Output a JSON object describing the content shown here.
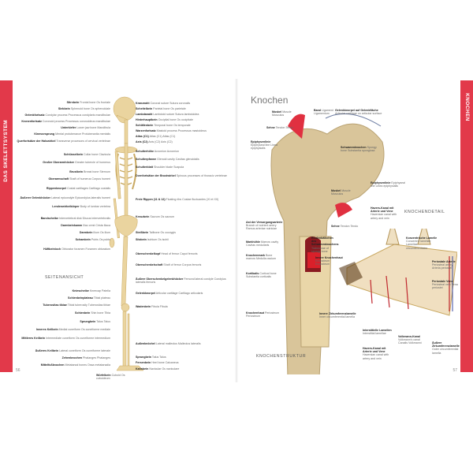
{
  "left_page": {
    "tab": "DAS SKELETTSYSTEM",
    "page_number": "56",
    "section": "SEITENANSICHT",
    "labels_left": [
      {
        "de": "Stirnbein",
        "sub": "Frontal bone Os frontale"
      },
      {
        "de": "Siebbein",
        "sub": "Sphenoid bone Os sphenoidale"
      },
      {
        "de": "Gelenkfortsatz",
        "sub": "Condylar process Processus condylaris mandibulae"
      },
      {
        "de": "Kronenfortsatz",
        "sub": "Coronoid process Processus coronoideus mandibulae"
      },
      {
        "de": "Unterkiefer",
        "sub": "Lower jaw bone Mandibula"
      },
      {
        "de": "Kinnvorsprung",
        "sub": "Mental protuberance Protuberantia mentalis"
      },
      {
        "de": "Querfortsätze der Halswirbel",
        "sub": "Transverse processes of cervical vertebrae"
      },
      {
        "de": "Schlüsselbein",
        "sub": "Collar bone Clavicula"
      },
      {
        "de": "Großer Oberarmhöcker",
        "sub": "Greater tubercle of humerus"
      },
      {
        "de": "Brustbein",
        "sub": "Breast bone Sternum"
      },
      {
        "de": "Oberarmschaft",
        "sub": "Shaft of humerus Corpus humeri"
      },
      {
        "de": "Rippenknorpel",
        "sub": "Costal cartilages Cartilago costalis"
      },
      {
        "de": "Äußerer Gelenkhöcker",
        "sub": "Lateral epicondyle Epicondylus lateralis humeri"
      },
      {
        "de": "Lendenwirbelkörper",
        "sub": "Body of lumbar vertebra"
      },
      {
        "de": "Bandscheibe",
        "sub": "Intervertebral disk Discus intervertebralis"
      },
      {
        "de": "Darmbeinkamm",
        "sub": "Iliac crest Crista iliaca"
      },
      {
        "de": "Darmbein",
        "sub": "Ilium Os ilium"
      },
      {
        "de": "Schambein",
        "sub": "Pubis Os pubis"
      },
      {
        "de": "Hüftbeinloch",
        "sub": "Obturator foramen Foramen obturatum"
      },
      {
        "de": "Kniescheibe",
        "sub": "Kneecap Patella"
      },
      {
        "de": "Schienbeinplateau",
        "sub": "Tibial plateau"
      },
      {
        "de": "Tuberositas tibiae",
        "sub": "Tibial tuberosity Tuberositas tibiae"
      },
      {
        "de": "Schienbein",
        "sub": "Shin bone Tibia"
      },
      {
        "de": "Sprungbein",
        "sub": "Talus Talus"
      },
      {
        "de": "Inneres Keilbein",
        "sub": "Medial cuneiform Os cuneiforme mediale"
      },
      {
        "de": "Mittleres Keilbein",
        "sub": "Intermediate cuneiform Os cuneiforme intermedium"
      },
      {
        "de": "Äußeres Keilbein",
        "sub": "Lateral cuneiform Os cuneiforme laterale"
      },
      {
        "de": "Zehenknochen",
        "sub": "Phalanges Phalanges"
      },
      {
        "de": "Mittelfußknochen",
        "sub": "Metatarsal bones Ossa metatarsalia"
      }
    ],
    "labels_right": [
      {
        "de": "Kranznaht",
        "sub": "Coronal suture Sutura coronalis"
      },
      {
        "de": "Scheitelbein",
        "sub": "Parietal bone Os parietale"
      },
      {
        "de": "Lambdanaht",
        "sub": "Lambdoid suture Sutura lambdoidea"
      },
      {
        "de": "Hinterhauptbein",
        "sub": "Occipital bone Os occipitale"
      },
      {
        "de": "Schläfenbein",
        "sub": "Temporal bone Os temporale"
      },
      {
        "de": "Warzenfortsatz",
        "sub": "Mastoid process Processus mastoideus"
      },
      {
        "de": "Atlas (C1)",
        "sub": "Atlas (C1) Atlas (C1)"
      },
      {
        "de": "Axis (C2)",
        "sub": "Axis (C2) Axis (C2)"
      },
      {
        "de": "Schulterhöhe",
        "sub": "Acromion Acromion"
      },
      {
        "de": "Schulterpfanne",
        "sub": "Glenoid cavity Cavitas glenoidalis"
      },
      {
        "de": "Schulterblatt",
        "sub": "Shoulder blade Scapula"
      },
      {
        "de": "Dornfortsätze der Brustwirbel",
        "sub": "Spinous processes of thoracic vertebrae"
      },
      {
        "de": "Freie Rippen (11 & 12)",
        "sub": "Floating ribs Costae fluctuantes (XI et XII)"
      },
      {
        "de": "Kreuzbein",
        "sub": "Sacrum Os sacrum"
      },
      {
        "de": "Steißbein",
        "sub": "Tailbone Os coccygis"
      },
      {
        "de": "Sitzbein",
        "sub": "Ischium Os ischii"
      },
      {
        "de": "Oberschenkelkopf",
        "sub": "Head of femur Caput femoris"
      },
      {
        "de": "Oberschenkelschaft",
        "sub": "Shaft of femur Corpus femoris"
      },
      {
        "de": "Äußere Oberschenkelgelenkhöcker",
        "sub": "Femoral lateral condyle Condylus lateralis femoris"
      },
      {
        "de": "Gelenkknorpel",
        "sub": "Articular cartilage Cartilago articularis"
      },
      {
        "de": "Wadenbein",
        "sub": "Fibula Fibula"
      },
      {
        "de": "Außenknöchel",
        "sub": "Lateral malleolus Malleolus lateralis"
      },
      {
        "de": "Sprungbein",
        "sub": "Talus Talus"
      },
      {
        "de": "Fersenbein",
        "sub": "Heel bone Calcaneus"
      },
      {
        "de": "Kahnbein",
        "sub": "Navicular Os naviculare"
      },
      {
        "de": "Würfelbein",
        "sub": "Cuboid Os cuboideum"
      }
    ]
  },
  "right_page": {
    "tab": "KNOCHEN",
    "page_number": "57",
    "title": "Knochen",
    "section_structure": "KNOCHENSTRUKTUR",
    "section_detail": "KNOCHENDETAIL",
    "labels": [
      {
        "de": "Muskel",
        "sub": "Muscle Musculus"
      },
      {
        "de": "Band",
        "sub": "Ligament Ligamentum"
      },
      {
        "de": "Gelenkknorpel auf Gelenkfläche",
        "sub": "Articular cartilage on articular surface"
      },
      {
        "de": "Sehne",
        "sub": "Tendon Tendo"
      },
      {
        "de": "Epiphysenlinie",
        "sub": "Epiphyseal line Linea epiphysialis"
      },
      {
        "de": "Schwammknochen",
        "sub": "Spongy bone Substantia spongiosa"
      },
      {
        "de": "Epiphysenlinie",
        "sub": "Epiphyseal line Linea epiphysialis"
      },
      {
        "de": "Muskel",
        "sub": "Muscle Musculus"
      },
      {
        "de": "Ast der Versorgungsarterie",
        "sub": "Branch of nutrient artery Ramus arteriae nutriciae"
      },
      {
        "de": "Sehne",
        "sub": "Tendon Tendo"
      },
      {
        "de": "Markhöhle",
        "sub": "Marrow cavity Cavitas medullaris"
      },
      {
        "de": "Knochenmark",
        "sub": "Bone marrow Medulla ossium"
      },
      {
        "de": "Rindenbälkchen des Schwammknochens",
        "sub": "Trabeculae of spongy bone"
      },
      {
        "de": "Innere Knochenhaut",
        "sub": "Endosteum Endosteum"
      },
      {
        "de": "Kortikalis",
        "sub": "Cortical bone Substantia corticalis"
      },
      {
        "de": "Innere Zirkumferenzlamelle",
        "sub": "Inner circumferential lamella"
      },
      {
        "de": "Knochenhaut",
        "sub": "Periosteum Periosteum"
      },
      {
        "de": "Havers-Kanal mit Arterie und Vene",
        "sub": "Haversian canal with artery and vein"
      },
      {
        "de": "Konzentrische Lamelle",
        "sub": "Concentric lamellae Lamellae circumferentiales"
      },
      {
        "de": "Periostale Arterie",
        "sub": "Periosteal artery Arteria periostei"
      },
      {
        "de": "Periostale Vene",
        "sub": "Periosteal vein Vena periostei"
      },
      {
        "de": "Interstitielle Lamellen",
        "sub": "Interstitial lamellae"
      },
      {
        "de": "Volkmann-Kanal",
        "sub": "Volkmann's canal Canalis Volkmanni"
      },
      {
        "de": "Äußere Zirkumferenzlamelle",
        "sub": "Outer circumferential lamella"
      },
      {
        "de": "Havers-Kanal mit Arterie und Vene",
        "sub": "Haversian canal with artery and vein"
      }
    ]
  },
  "colors": {
    "accent": "#e2394a",
    "bone": "#ead49f",
    "muscle": "#e03040"
  }
}
